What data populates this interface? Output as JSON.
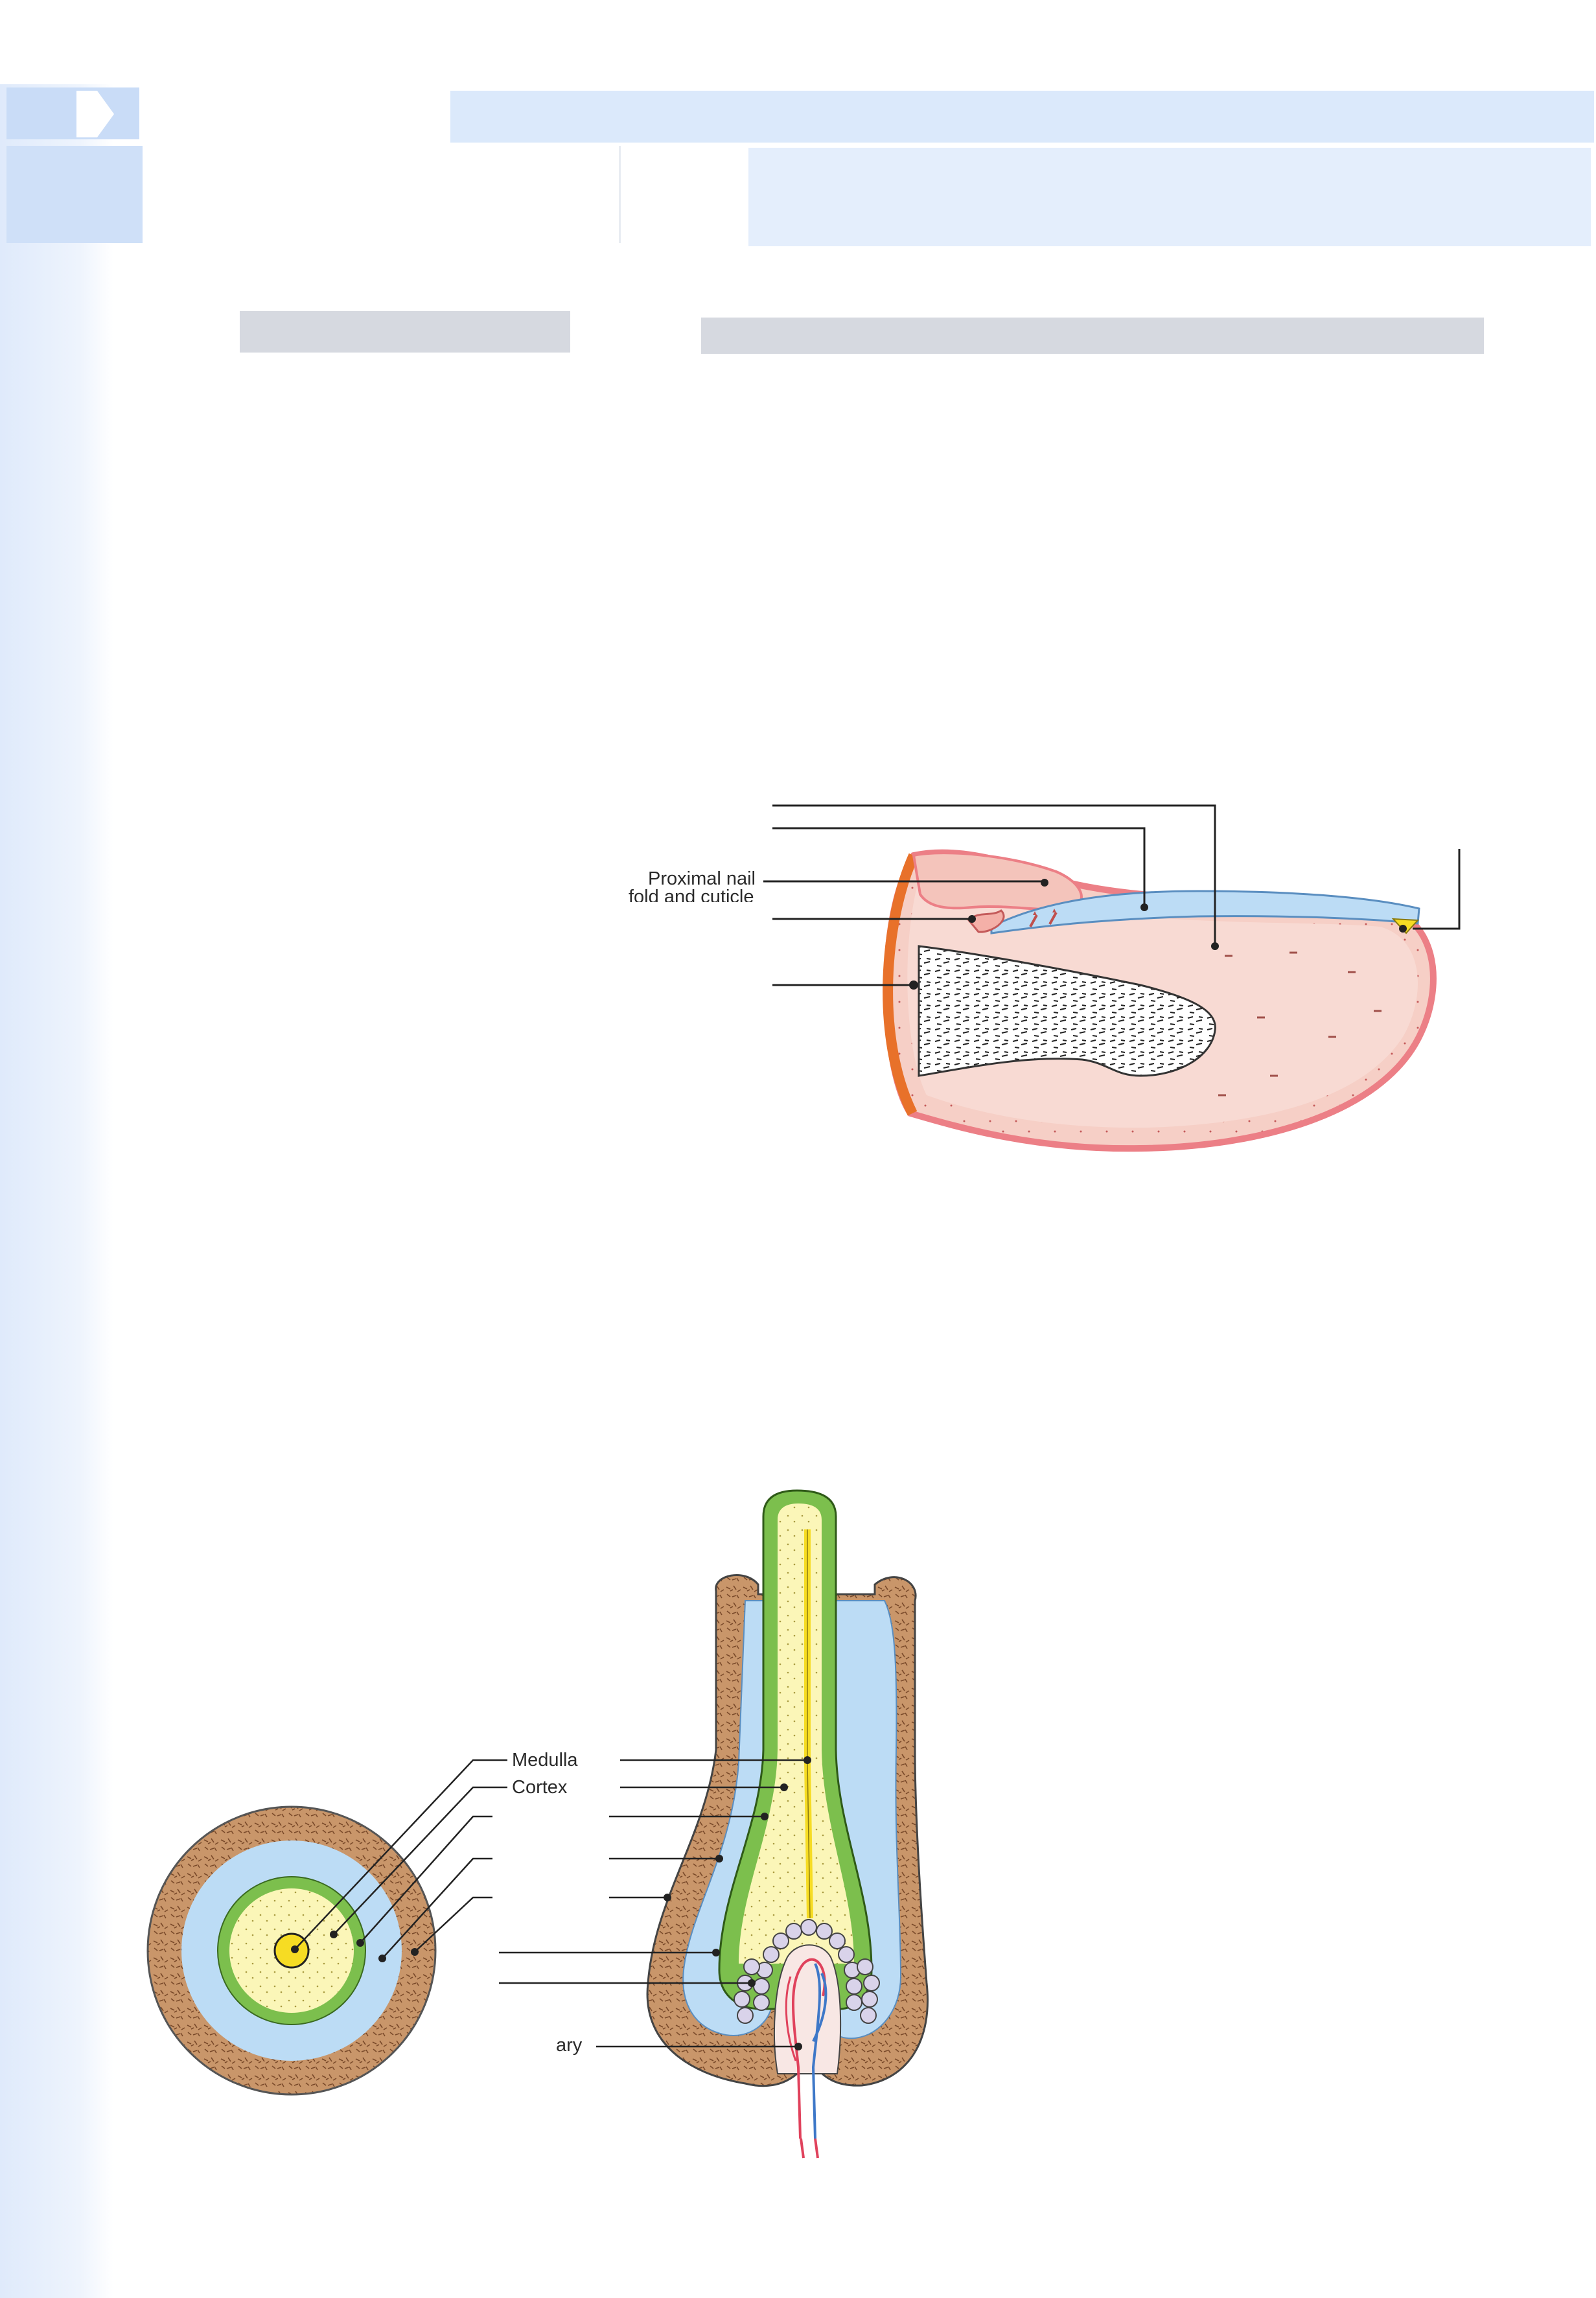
{
  "nail_diagram": {
    "labels": {
      "proximal_nail_line1": "Proximal nail",
      "proximal_nail_line2": "fold and cuticle"
    }
  },
  "hair_diagram": {
    "labels": {
      "medulla": "Medulla",
      "cortex": "Cortex",
      "papilla_partial": "ary"
    }
  },
  "colors": {
    "page_band": "#dbe9fb",
    "left_strip": "#e3edfb",
    "header_tab": "#c9dcf7",
    "gray_bar": "#d6d9e0",
    "skin_pink": "#f4c4bb",
    "skin_outline": "#ec7f86",
    "nail_plate": "#bcdcf5",
    "bone_cut": "#e8712a",
    "hair_medulla": "#f6dc23",
    "hair_cortex": "#fbf6b8",
    "hair_cuticle": "#7cbf4d",
    "inner_root_sheath": "#bcdcf5",
    "outer_root_sheath": "#c9966a",
    "matrix_cells": "#d9d3ea",
    "artery": "#e0425c",
    "vein": "#3e78c8"
  }
}
